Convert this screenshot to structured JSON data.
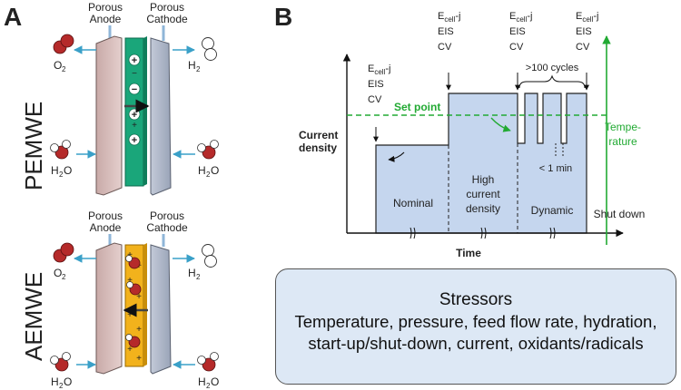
{
  "panel_a": {
    "label": "A",
    "pemwe": {
      "name": "PEMWE",
      "anode_label": [
        "Porous",
        "Anode"
      ],
      "cathode_label": [
        "Porous",
        "Cathode"
      ],
      "o2_label": "O",
      "o2_sub": "2",
      "h2_label": "H",
      "h2_sub": "2",
      "water_left": "H",
      "water_left_sub": "2",
      "water_left_tail": "O",
      "water_right": "H",
      "water_right_sub": "2",
      "water_right_tail": "O",
      "membrane_signs": [
        "+",
        "−",
        "+",
        "+"
      ],
      "membrane_color": "#1aa67a"
    },
    "aemwe": {
      "name": "AEMWE",
      "anode_label": [
        "Porous",
        "Anode"
      ],
      "cathode_label": [
        "Porous",
        "Cathode"
      ],
      "o2_label": "O",
      "o2_sub": "2",
      "h2_label": "H",
      "h2_sub": "2",
      "water_left": "H",
      "water_left_sub": "2",
      "water_left_tail": "O",
      "water_right": "H",
      "water_right_sub": "2",
      "water_right_tail": "O",
      "membrane_signs": [
        "+",
        "+",
        "+",
        "+",
        "+",
        "+",
        "+",
        "+"
      ],
      "membrane_color": "#f2b21c"
    }
  },
  "panel_b": {
    "label": "B",
    "ylabel": [
      "Current",
      "density"
    ],
    "xlabel": "Time",
    "set_point": "Set point",
    "temperature": [
      "Tempe-",
      "rature"
    ],
    "phases": {
      "nominal": "Nominal",
      "high": [
        "High",
        "current",
        "density"
      ],
      "dynamic": "Dynamic",
      "shutdown": "Shut down"
    },
    "cycles": ">100 cycles",
    "lt_min": "< 1 min",
    "measure_groups": [
      {
        "e": "E",
        "sub": "cell",
        "tail": "-j",
        "eis": "EIS",
        "cv": "CV"
      },
      {
        "e": "E",
        "sub": "cell",
        "tail": "-j",
        "eis": "EIS",
        "cv": "CV"
      },
      {
        "e": "E",
        "sub": "cell",
        "tail": "-j",
        "eis": "EIS",
        "cv": "CV"
      },
      {
        "e": "E",
        "sub": "cell",
        "tail": "-j",
        "eis": "EIS",
        "cv": "CV"
      }
    ],
    "colors": {
      "fill": "#c5d6ee",
      "set_point": "#22aa33",
      "arrow_blue": "#3aa0c8"
    }
  },
  "stressors": {
    "title": "Stressors",
    "line1": "Temperature, pressure, feed flow rate, hydration,",
    "line2": "start-up/shut-down, current, oxidants/radicals"
  }
}
